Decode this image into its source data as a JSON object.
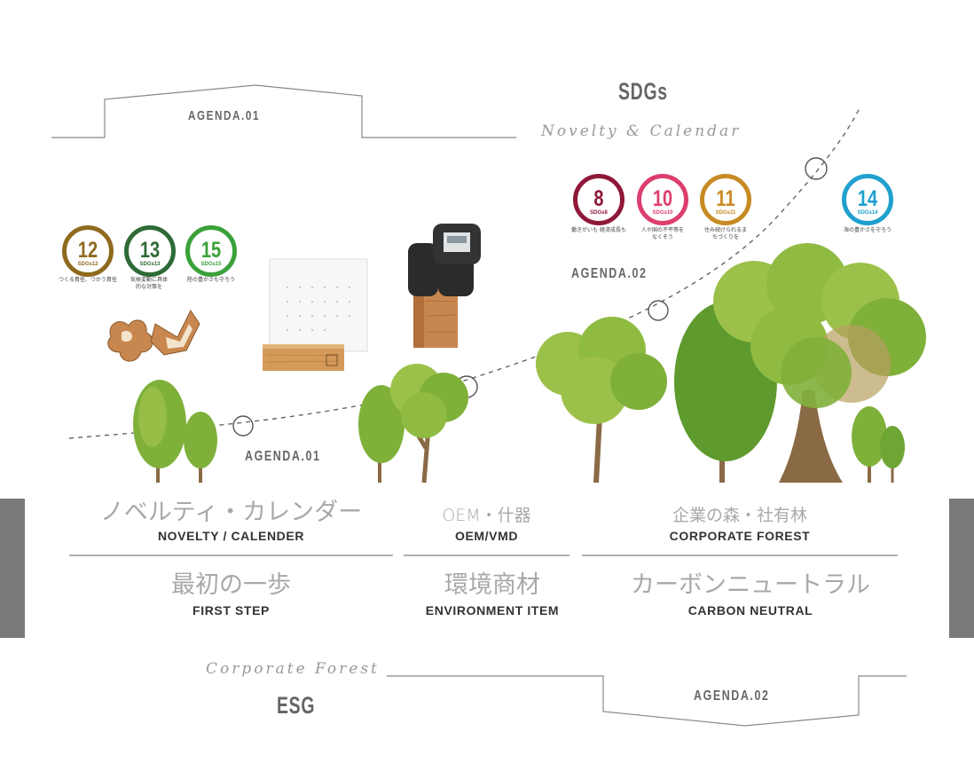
{
  "header": {
    "sdgs_title": "SDGs",
    "sdgs_script": "Novelty & Calendar",
    "agenda_top_left": "AGENDA.01",
    "agenda_mid": "AGENDA.02",
    "agenda_path": "AGENDA.01"
  },
  "footer": {
    "esg_script": "Corporate Forest",
    "esg_title": "ESG",
    "agenda_bottom_right": "AGENDA.02"
  },
  "sdg_badges_left": [
    {
      "num": "12",
      "tag": "SDGs12",
      "caption": "つくる責任、つかう責任",
      "color": "#8f6a1e"
    },
    {
      "num": "13",
      "tag": "SDGs13",
      "caption": "気候変動に具体的な対策を",
      "color": "#2e6b36"
    },
    {
      "num": "15",
      "tag": "SDGs15",
      "caption": "陸の豊かさも守ろう",
      "color": "#3ba13a"
    }
  ],
  "sdg_badges_right": [
    {
      "num": "8",
      "tag": "SDGs8",
      "caption": "働きがいも 経済成長も",
      "color": "#8f1838"
    },
    {
      "num": "10",
      "tag": "SDGs10",
      "caption": "人や国の不平等をなくそう",
      "color": "#dd3e6e"
    },
    {
      "num": "11",
      "tag": "SDGs11",
      "caption": "住み続けられるまちづくりを",
      "color": "#c88a23"
    },
    {
      "num": "14",
      "tag": "SDGs14",
      "caption": "海の豊かさを守ろう",
      "color": "#1fa0cf"
    }
  ],
  "columns": [
    {
      "jp": "ノベルティ・カレンダー",
      "en": "NOVELTY / CALENDER",
      "jp2": "最初の一歩",
      "en2": "FIRST STEP"
    },
    {
      "jp": "OEM・什器",
      "en": "OEM/VMD",
      "jp2": "環境商材",
      "en2": "ENVIRONMENT ITEM"
    },
    {
      "jp": "企業の森・社有林",
      "en": "CORPORATE FOREST",
      "jp2": "カーボンニュートラル",
      "en2": "CARBON NEUTRAL"
    }
  ],
  "colors": {
    "line": "#888888",
    "tree_light": "#9cc14a",
    "tree_mid": "#7fb03a",
    "tree_dark": "#5e9a2e",
    "trunk": "#8a6a45",
    "wood": "#c8874e",
    "sidebar": "#7a7a7a"
  }
}
